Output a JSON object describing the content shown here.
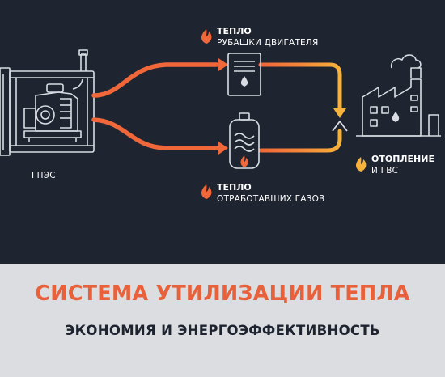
{
  "labels": {
    "generator": "ГПЭС",
    "jacket_heat_line1": "ТЕПЛО",
    "jacket_heat_line2": "РУБАШКИ ДВИГАТЕЛЯ",
    "exhaust_heat_line1": "ТЕПЛО",
    "exhaust_heat_line2": "ОТРАБОТАВШИХ ГАЗОВ",
    "consumer_line1": "ОТОПЛЕНИЕ",
    "consumer_line2": "И ГВС"
  },
  "banner": {
    "title": "СИСТЕМА УТИЛИЗАЦИИ ТЕПЛА",
    "subtitle": "ЭКОНОМИЯ И ЭНЕРГОЭФФЕКТИВНОСТЬ"
  },
  "colors": {
    "background": "#1e2531",
    "banner_background": "#dcdde0",
    "accent_orange": "#f0673a",
    "accent_yellow": "#f7b23b",
    "title_orange": "#e8613a",
    "line_art": "#d9dde3"
  },
  "icons": [
    "generator-icon",
    "flame-icon",
    "heat-exchanger-icon",
    "boiler-icon",
    "factory-icon",
    "water-drop-icon",
    "arrow-up-icon"
  ]
}
